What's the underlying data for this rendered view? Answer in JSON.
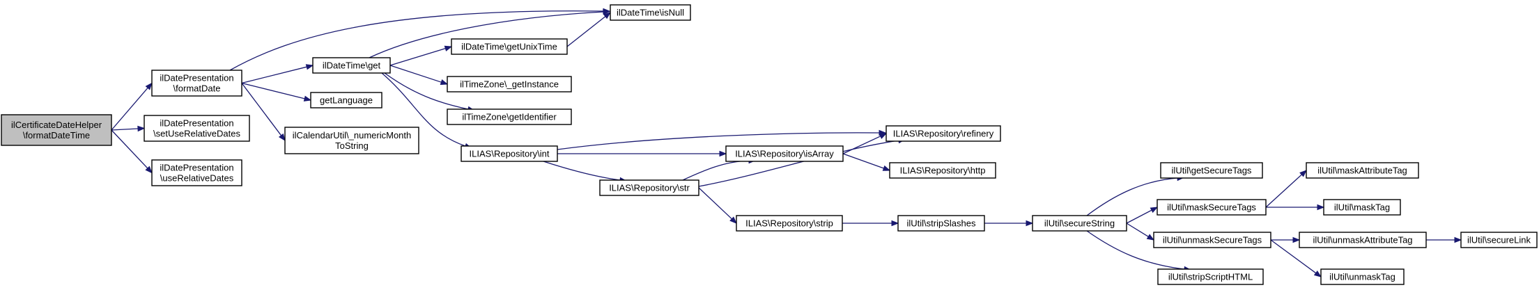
{
  "colors": {
    "edge": "#191970",
    "root_fill": "#bfbfbf",
    "node_fill": "#ffffff",
    "node_border": "#000000"
  },
  "nodes": [
    {
      "id": "n1",
      "lines": [
        "ilCertificateDateHelper",
        "\\formatDateTime"
      ],
      "root": true
    },
    {
      "id": "n2",
      "lines": [
        "ilDatePresentation",
        "\\formatDate"
      ]
    },
    {
      "id": "n3",
      "lines": [
        "ilDatePresentation",
        "\\setUseRelativeDates"
      ]
    },
    {
      "id": "n4",
      "lines": [
        "ilDatePresentation",
        "\\useRelativeDates"
      ]
    },
    {
      "id": "n5",
      "lines": [
        "ilDateTime\\get"
      ]
    },
    {
      "id": "n6",
      "lines": [
        "ilDateTime\\isNull"
      ]
    },
    {
      "id": "n7",
      "lines": [
        "getLanguage"
      ]
    },
    {
      "id": "n8",
      "lines": [
        "ilCalendarUtil\\_numericMonth",
        "ToString"
      ]
    },
    {
      "id": "n9",
      "lines": [
        "ilDateTime\\getUnixTime"
      ]
    },
    {
      "id": "n10",
      "lines": [
        "ilTimeZone\\_getInstance"
      ]
    },
    {
      "id": "n11",
      "lines": [
        "ilTimeZone\\getIdentifier"
      ]
    },
    {
      "id": "n12",
      "lines": [
        "ILIAS\\Repository\\int"
      ]
    },
    {
      "id": "n13",
      "lines": [
        "ILIAS\\Repository\\refinery"
      ]
    },
    {
      "id": "n14",
      "lines": [
        "ILIAS\\Repository\\isArray"
      ]
    },
    {
      "id": "n15",
      "lines": [
        "ILIAS\\Repository\\str"
      ]
    },
    {
      "id": "n16",
      "lines": [
        "ILIAS\\Repository\\http"
      ]
    },
    {
      "id": "n17",
      "lines": [
        "ILIAS\\Repository\\strip"
      ]
    },
    {
      "id": "n18",
      "lines": [
        "ilUtil\\stripSlashes"
      ]
    },
    {
      "id": "n19",
      "lines": [
        "ilUtil\\secureString"
      ]
    },
    {
      "id": "n20",
      "lines": [
        "ilUtil\\getSecureTags"
      ]
    },
    {
      "id": "n21",
      "lines": [
        "ilUtil\\maskSecureTags"
      ]
    },
    {
      "id": "n22",
      "lines": [
        "ilUtil\\unmaskSecureTags"
      ]
    },
    {
      "id": "n23",
      "lines": [
        "ilUtil\\stripScriptHTML"
      ]
    },
    {
      "id": "n24",
      "lines": [
        "ilUtil\\maskAttributeTag"
      ]
    },
    {
      "id": "n25",
      "lines": [
        "ilUtil\\maskTag"
      ]
    },
    {
      "id": "n26",
      "lines": [
        "ilUtil\\unmaskAttributeTag"
      ]
    },
    {
      "id": "n27",
      "lines": [
        "ilUtil\\unmaskTag"
      ]
    },
    {
      "id": "n28",
      "lines": [
        "ilUtil\\secureLink"
      ]
    }
  ],
  "edges": [
    [
      "n1",
      "n2"
    ],
    [
      "n1",
      "n3"
    ],
    [
      "n1",
      "n4"
    ],
    [
      "n2",
      "n5"
    ],
    [
      "n2",
      "n6"
    ],
    [
      "n2",
      "n7"
    ],
    [
      "n2",
      "n8"
    ],
    [
      "n5",
      "n6"
    ],
    [
      "n5",
      "n9"
    ],
    [
      "n5",
      "n10"
    ],
    [
      "n5",
      "n11"
    ],
    [
      "n5",
      "n12"
    ],
    [
      "n9",
      "n6"
    ],
    [
      "n12",
      "n13"
    ],
    [
      "n12",
      "n14"
    ],
    [
      "n12",
      "n15"
    ],
    [
      "n14",
      "n13"
    ],
    [
      "n14",
      "n16"
    ],
    [
      "n15",
      "n13"
    ],
    [
      "n15",
      "n14"
    ],
    [
      "n15",
      "n17"
    ],
    [
      "n17",
      "n18"
    ],
    [
      "n18",
      "n19"
    ],
    [
      "n19",
      "n20"
    ],
    [
      "n19",
      "n21"
    ],
    [
      "n19",
      "n22"
    ],
    [
      "n19",
      "n23"
    ],
    [
      "n21",
      "n24"
    ],
    [
      "n21",
      "n25"
    ],
    [
      "n22",
      "n26"
    ],
    [
      "n22",
      "n27"
    ],
    [
      "n26",
      "n28"
    ]
  ]
}
